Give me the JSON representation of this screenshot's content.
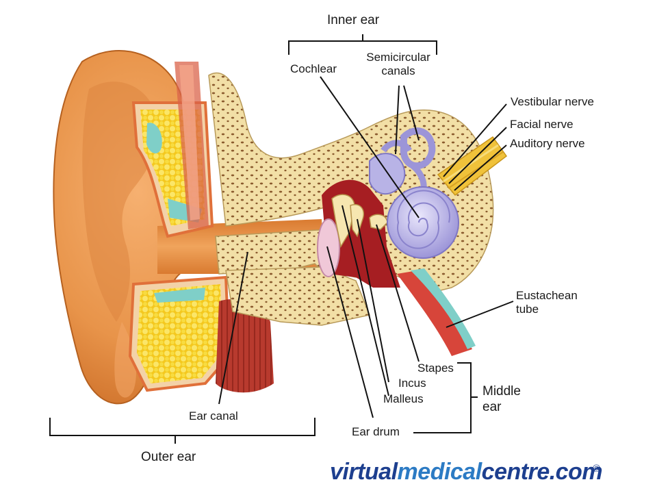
{
  "labels": {
    "inner_ear": "Inner ear",
    "cochlear": "Cochlear",
    "semicircular_canals_1": "Semicircular",
    "semicircular_canals_2": "canals",
    "vestibular_nerve": "Vestibular nerve",
    "facial_nerve": "Facial  nerve",
    "auditory_nerve": "Auditory nerve",
    "eustachean_tube_1": "Eustachean",
    "eustachean_tube_2": "tube",
    "stapes": "Stapes",
    "incus": "Incus",
    "malleus": "Malleus",
    "middle_ear_1": "Middle",
    "middle_ear_2": "ear",
    "ear_drum": "Ear drum",
    "ear_canal": "Ear canal",
    "outer_ear": "Outer ear"
  },
  "watermark": {
    "part1": "virtual",
    "part2": "medical",
    "part3": "centre.com",
    "symbol": "©"
  },
  "colors": {
    "skin": "#e8944a",
    "skin_dark": "#c96a24",
    "bone": "#f2dfa6",
    "bone_spots": "#8a5a2e",
    "fat": "#f7df3a",
    "cartilage": "#7fcfc8",
    "cochlea": "#b8b3e6",
    "nerve": "#f0c23a",
    "muscle": "#b83a2e",
    "line": "#111111"
  }
}
